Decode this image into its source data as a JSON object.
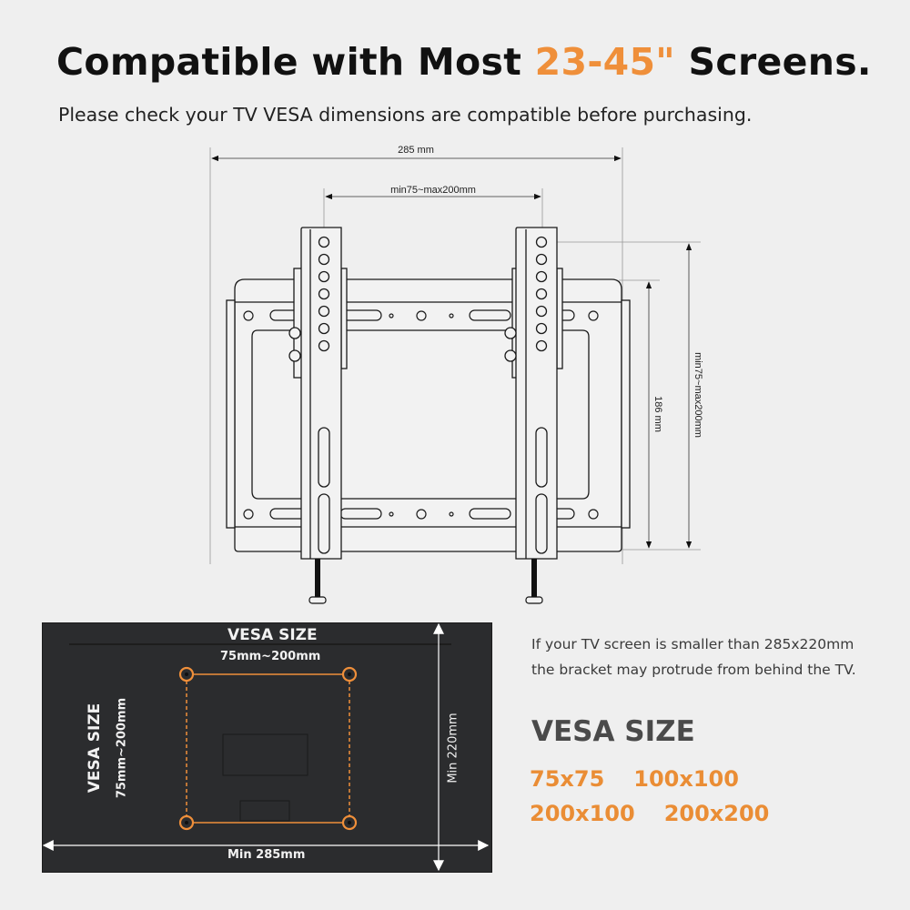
{
  "header": {
    "title_prefix": "Compatible with Most ",
    "title_accent": "23-45\"",
    "title_suffix": " Screens.",
    "subtitle": "Please check your TV VESA dimensions are compatible before purchasing."
  },
  "bracket_diagram": {
    "width_label": "285 mm",
    "vesa_horizontal_label": "min75~max200mm",
    "height_label": "186 mm",
    "vesa_vertical_label": "min75~max200mm"
  },
  "tv_diagram": {
    "vesa_top_title": "VESA SIZE",
    "vesa_top_range": "75mm~200mm",
    "vesa_side_title": "VESA SIZE",
    "vesa_side_range": "75mm~200mm",
    "min_height": "Min 220mm",
    "min_width": "Min 285mm"
  },
  "info": {
    "note_line1": "If your TV screen is smaller than 285x220mm",
    "note_line2": "the bracket may protrude from behind the TV.",
    "vesa_heading": "VESA SIZE",
    "vesa_sizes": [
      "75x75",
      "100x100",
      "200x100",
      "200x200"
    ]
  },
  "colors": {
    "accent": "#ef8f3a",
    "tv_back": "#2b2c2e",
    "background": "#efefef"
  }
}
